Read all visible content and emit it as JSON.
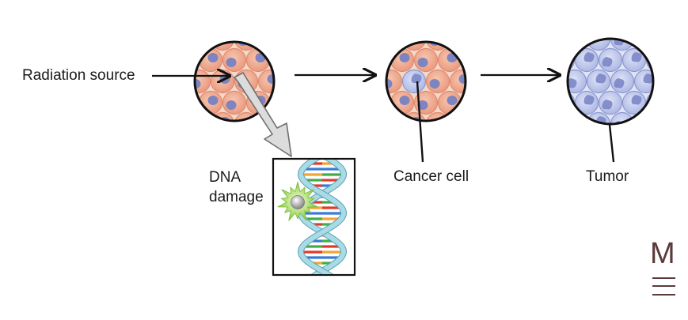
{
  "labels": {
    "radiation_source": "Radiation source",
    "dna_damage_line1": "DNA",
    "dna_damage_line2": "damage",
    "cancer_cell": "Cancer cell",
    "tumor": "Tumor"
  },
  "logo": {
    "letter": "M"
  },
  "colors": {
    "normal_cell": "#eeaa90",
    "normal_cell_edge": "#e08a6e",
    "normal_nucleus": "#7d84c0",
    "cancer_cell": "#bcc6ea",
    "cancer_cell_edge": "#8d98cf",
    "cancer_nucleus": "#7b86c6",
    "arrow": "#111111",
    "dna_backbone": "#a9dbe6",
    "burst": "#8fcd4a",
    "logo": "#5a3a3a"
  }
}
